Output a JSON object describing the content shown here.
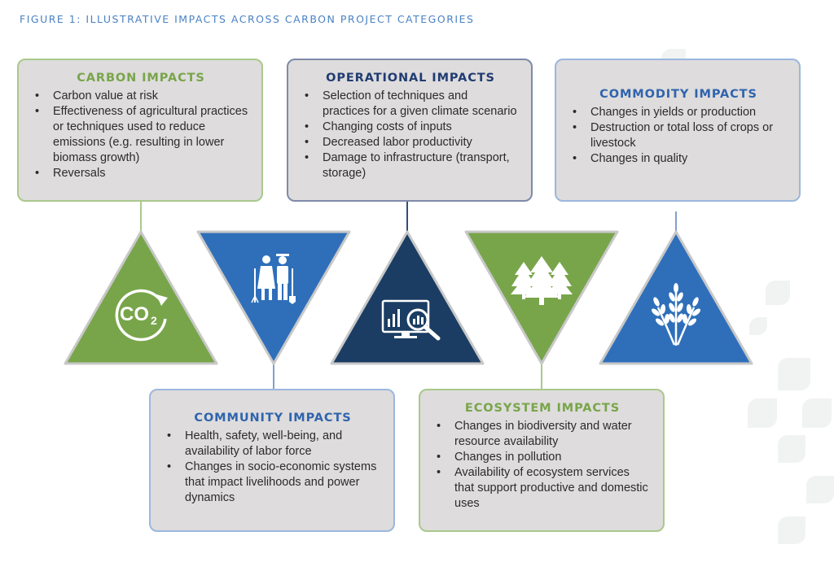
{
  "figure_title": "FIGURE 1: ILLUSTRATIVE IMPACTS ACROSS CARBON PROJECT CATEGORIES",
  "boxes": {
    "carbon": {
      "title": "CARBON IMPACTS",
      "items": [
        "Carbon value at risk",
        "Effectiveness of agricultural practices or techniques used to reduce emissions (e.g. resulting in lower biomass growth)",
        "Reversals"
      ]
    },
    "operational": {
      "title": "OPERATIONAL IMPACTS",
      "items": [
        "Selection of techniques and practices for a given climate scenario",
        "Changing costs of inputs",
        "Decreased labor productivity",
        "Damage to infrastructure (transport, storage)"
      ]
    },
    "commodity": {
      "title": "COMMODITY IMPACTS",
      "items": [
        "Changes in yields or production",
        "Destruction or total loss of crops or livestock",
        "Changes in quality"
      ]
    },
    "community": {
      "title": "COMMUNITY IMPACTS",
      "items": [
        "Health, safety, well-being, and availability of labor force",
        "Changes in socio-economic systems that impact livelihoods and power dynamics"
      ]
    },
    "ecosystem": {
      "title": "ECOSYSTEM IMPACTS",
      "items": [
        "Changes in biodiversity and water resource availability",
        "Changes in pollution",
        "Availability of ecosystem services that support productive and domestic uses"
      ]
    }
  },
  "icons": {
    "co2_label": "CO",
    "co2_subscript": "2",
    "triangle_icons": [
      "co2-icon",
      "farmers-icon",
      "data-analysis-icon",
      "trees-icon",
      "wheat-icon"
    ]
  },
  "colors": {
    "green": "#78a54a",
    "blue": "#2f6fba",
    "navy": "#1b3d63",
    "box_fill": "#dedcdc"
  }
}
